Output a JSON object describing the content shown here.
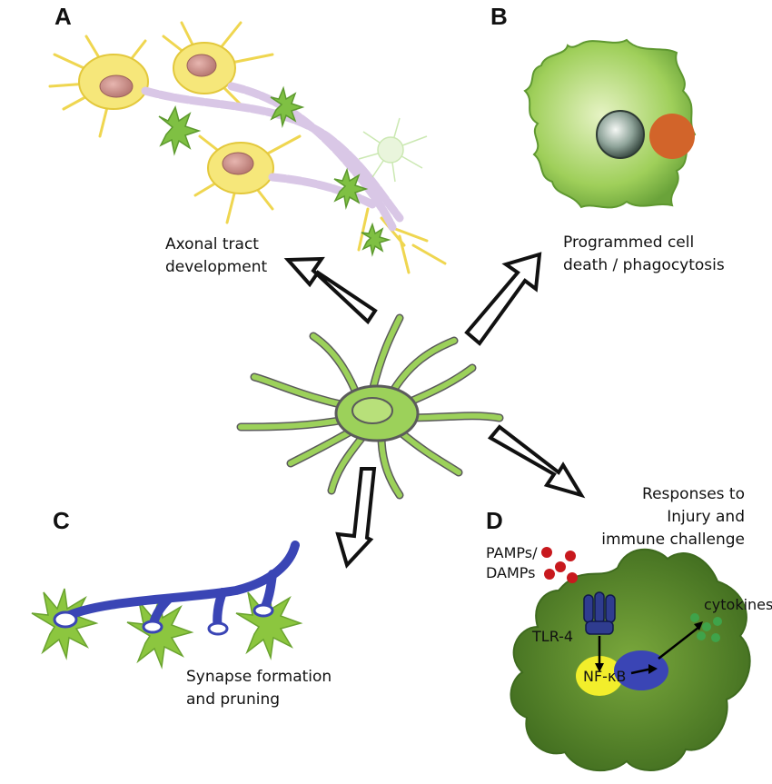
{
  "panels": {
    "a": {
      "letter": "A",
      "caption": [
        "Axonal tract",
        "development"
      ]
    },
    "b": {
      "letter": "B",
      "caption": [
        "Programmed cell",
        "death / phagocytosis"
      ]
    },
    "c": {
      "letter": "C",
      "caption": [
        "Synapse formation",
        "and pruning"
      ]
    },
    "d": {
      "letter": "D",
      "caption": [
        "Responses to",
        "Injury and",
        "immune challenge"
      ],
      "pamps": [
        "PAMPs/",
        "DAMPs"
      ],
      "receptor": "TLR-4",
      "transcription_factor": "NF-κB",
      "output": "cytokines"
    }
  },
  "colors": {
    "microglia_green": "#8cc63f",
    "microglia_dark": "#5a8f2a",
    "neuron_yellow": "#f4e04d",
    "myelin_lilac": "#d9c7e6",
    "axon_blue": "#3a45b5",
    "tlr_navy": "#1f2a6b",
    "nfkb_yellow": "#f2ee2b",
    "debris_orange": "#d2642a",
    "pamp_red": "#c8191e",
    "cytokine_green": "#3fa34a"
  }
}
